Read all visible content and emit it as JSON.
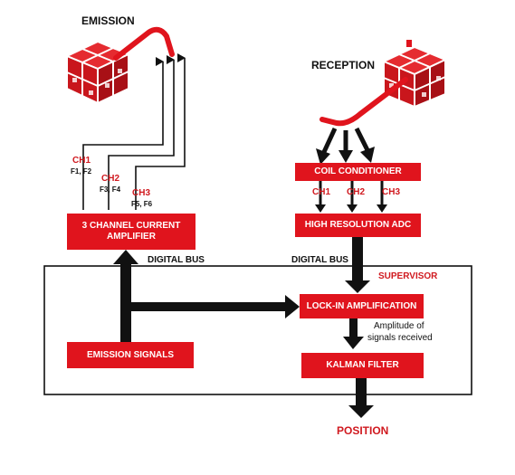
{
  "titles": {
    "emission": "EMISSION",
    "reception": "RECEPTION"
  },
  "channels": {
    "ch1": {
      "label": "CH1",
      "freq": "F1, F2"
    },
    "ch2": {
      "label": "CH2",
      "freq": "F3, F4"
    },
    "ch3": {
      "label": "CH3",
      "freq": "F5, F6"
    }
  },
  "blocks": {
    "amplifier": "3 CHANNEL CURRENT AMPLIFIER",
    "coil_conditioner": "COIL CONDITIONER",
    "coil_channels": [
      "CH1",
      "CH2",
      "CH3"
    ],
    "adc": "HIGH RESOLUTION ADC",
    "lockin": "LOCK-IN AMPLIFICATION",
    "emission_signals": "EMISSION SIGNALS",
    "kalman": "KALMAN FILTER"
  },
  "labels": {
    "digital_bus_left": "DIGITAL BUS",
    "digital_bus_right": "DIGITAL BUS",
    "supervisor": "SUPERVISOR",
    "amplitude_line1": "Amplitude of",
    "amplitude_line2": "signals received",
    "position": "POSITION"
  },
  "colors": {
    "accent": "#e0141d",
    "text_red": "#d0191f",
    "line": "#111111"
  },
  "icons": {
    "emitter": "emitter-coil-cube-icon",
    "receiver": "receiver-coil-cube-icon"
  }
}
